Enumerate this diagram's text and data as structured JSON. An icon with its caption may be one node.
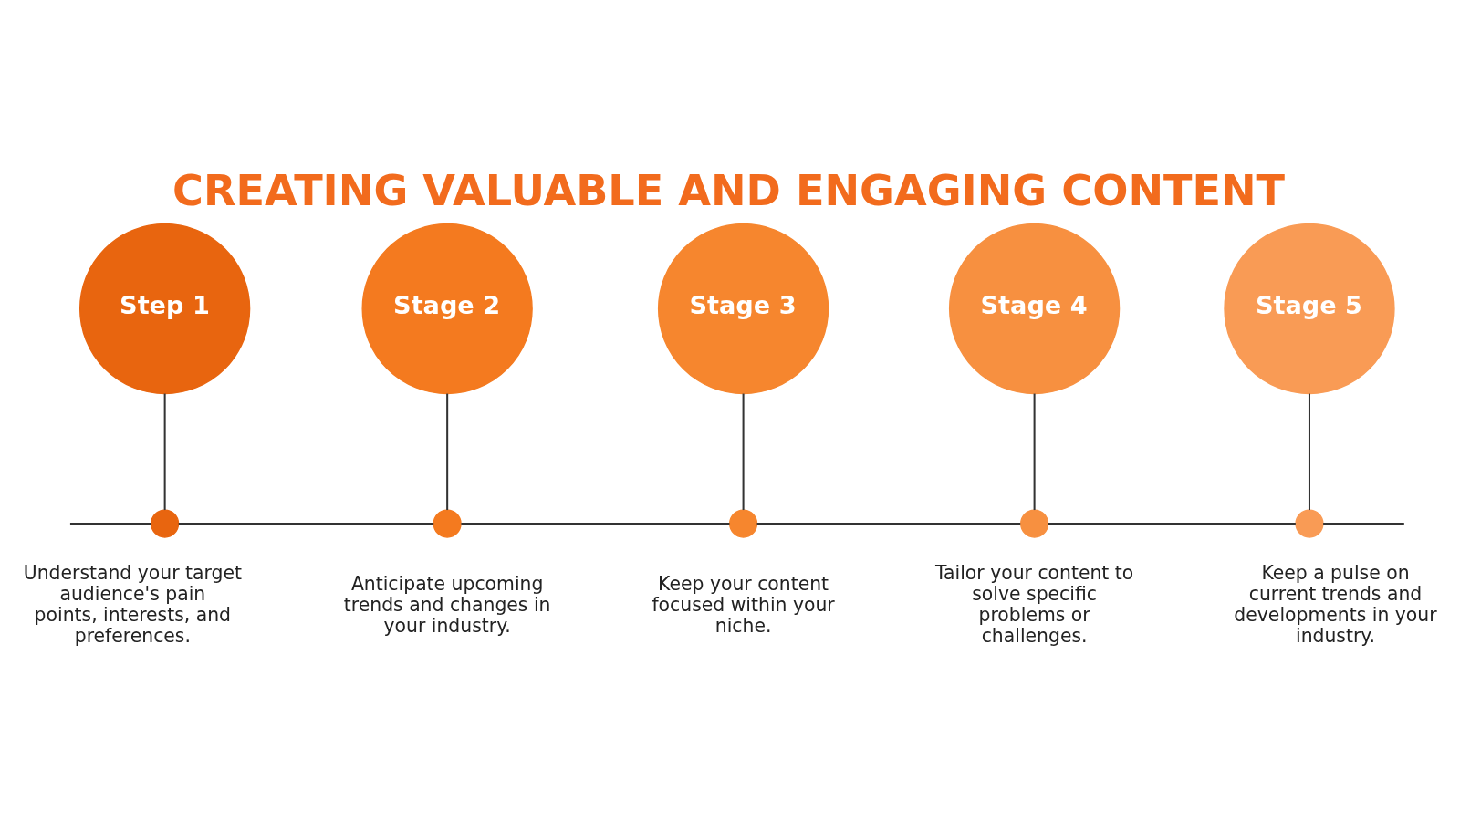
{
  "diagram": {
    "title": "CREATING VALUABLE AND ENGAGING CONTENT",
    "nodes": [
      {
        "text": [
          "Step 1"
        ]
      },
      {
        "text": [
          "Stage 2"
        ]
      },
      {
        "text": [
          "Stage 3"
        ]
      },
      {
        "text": [
          "Stage 4"
        ]
      },
      {
        "text": [
          "Stage 5"
        ]
      },
      {
        "text": [],
        "shape": "circle",
        "beside": [
          "Understand your target audience's pain points, interests, and preferences."
        ]
      },
      {
        "text": [],
        "shape": "circle",
        "beside": [
          "Anticipate upcoming trends and changes in your industry."
        ]
      },
      {
        "text": [],
        "shape": "circle",
        "beside": [
          "Keep your content focused within your niche."
        ]
      },
      {
        "text": [],
        "shape": "circle",
        "beside": [
          "Tailor your content to solve specific problems or challenges."
        ]
      },
      {
        "text": [],
        "shape": "circle",
        "beside": [
          "Keep a pulse on current trends and developments in your industry."
        ]
      }
    ],
    "edges": [
      {
        "from": 0,
        "to": 5,
        "arrow": "none"
      },
      {
        "from": 1,
        "to": 6,
        "arrow": "none"
      },
      {
        "from": 2,
        "to": 7,
        "arrow": "none"
      },
      {
        "from": 3,
        "to": 8,
        "arrow": "none"
      },
      {
        "from": 4,
        "to": 9,
        "arrow": "none"
      },
      {
        "from": null,
        "to": 5,
        "arrow": "none"
      },
      {
        "from": 5,
        "to": 6,
        "arrow": "none"
      },
      {
        "from": 6,
        "to": 7,
        "arrow": "none"
      },
      {
        "from": 7,
        "to": 8,
        "arrow": "none"
      },
      {
        "from": 8,
        "to": 9,
        "arrow": "none"
      },
      {
        "from": 9,
        "to": null,
        "arrow": "none"
      }
    ]
  }
}
